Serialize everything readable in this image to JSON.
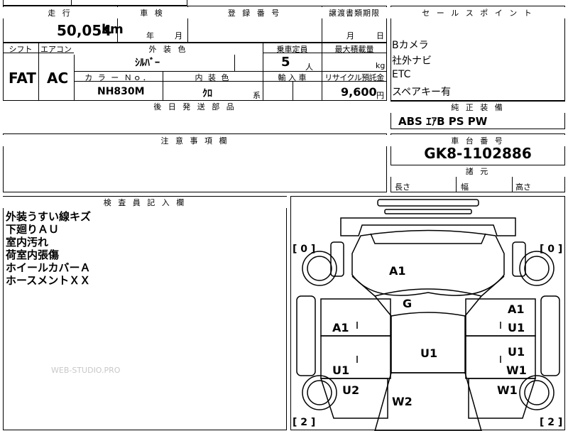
{
  "top": {
    "hdr_mileage": "走 行",
    "hdr_inspection": "車 検",
    "hdr_reg_no": "登 録 番 号",
    "hdr_transfer": "譲渡書類期限",
    "mileage": "50,054",
    "km": "km",
    "year": "年",
    "month": "月",
    "month2": "月",
    "day": "日"
  },
  "mid": {
    "hdr_shift": "シフト",
    "hdr_ac": "エアコン",
    "hdr_ext_color": "外 装 色",
    "hdr_capacity": "乗車定員",
    "hdr_max_load": "最大積載量",
    "shift": "FAT",
    "ac": "AC",
    "ext_color": "ｼﾙﾊﾞｰ",
    "capacity": "5",
    "capacity_unit": "人",
    "load_unit": "kg",
    "hdr_color_no": "カ ラ ー Ｎｏ．",
    "hdr_int_color": "内 装 色",
    "hdr_import": "輸 入 車",
    "hdr_recycle": "リサイクル預託金",
    "color_no": "NH830M",
    "int_color": "ｸﾛ",
    "int_suffix": "系",
    "recycle": "9,600",
    "yen": "円",
    "hdr_later_parts": "後 日 発 送 部 品"
  },
  "notes": {
    "hdr": "注 意 事 項 欄"
  },
  "sales": {
    "hdr": "セ ー ル ス ポ イ ン ト",
    "items": [
      "Bカメラ",
      "社外ナビ",
      "ETC",
      "スペアキー有"
    ]
  },
  "equipment": {
    "hdr": "純 正 装 備",
    "value": "ABS ｴｱB PS PW"
  },
  "chassis": {
    "hdr": "車 台 番 号",
    "value": "GK8-1102886"
  },
  "dims": {
    "hdr": "諸 元",
    "length": "長さ",
    "width": "幅",
    "height": "高さ"
  },
  "inspector": {
    "hdr": "検 査 員 記 入 欄",
    "lines": [
      "外装うすい線キズ",
      "下廻りＡＵ",
      "室内汚れ",
      "荷室内張傷",
      "ホイールカバーＡ",
      "ホースメントＸＸ"
    ],
    "watermark": "WEB-STUDIO.PRO"
  },
  "diagram": {
    "bracket_tl": "[ 0 ]",
    "bracket_tr": "[ 0 ]",
    "bracket_bl": "[ 2 ]",
    "bracket_br": "[ 2 ]",
    "marks": {
      "hood": "A1",
      "windshield": "G",
      "left_front_door": "A1",
      "left_rear_door": "U1",
      "left_rear_fender": "U2",
      "roof": "U1",
      "rear_glass": "W2",
      "right_front_door_a": "A1",
      "right_front_door_u": "U1",
      "right_rear_door_u": "U1",
      "right_rear_door_w": "W1",
      "right_rear_fender": "W1"
    }
  }
}
